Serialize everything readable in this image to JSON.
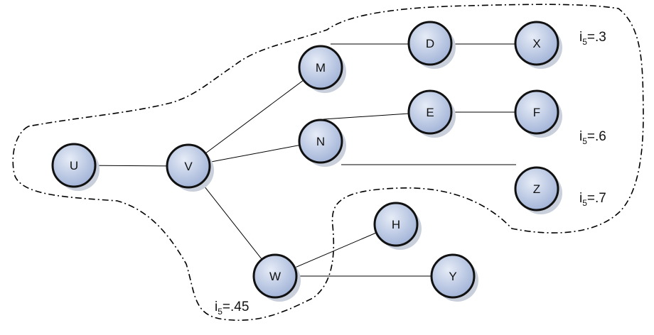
{
  "nodes": [
    {
      "id": "U",
      "label": "U"
    },
    {
      "id": "V",
      "label": "V"
    },
    {
      "id": "M",
      "label": "M"
    },
    {
      "id": "N",
      "label": "N"
    },
    {
      "id": "W",
      "label": "W"
    },
    {
      "id": "D",
      "label": "D"
    },
    {
      "id": "X",
      "label": "X"
    },
    {
      "id": "E",
      "label": "E"
    },
    {
      "id": "F",
      "label": "F"
    },
    {
      "id": "Z",
      "label": "Z"
    },
    {
      "id": "H",
      "label": "H"
    },
    {
      "id": "Y",
      "label": "Y"
    }
  ],
  "edges": [
    [
      "U",
      "V"
    ],
    [
      "V",
      "M"
    ],
    [
      "V",
      "N"
    ],
    [
      "V",
      "W"
    ],
    [
      "M",
      "D"
    ],
    [
      "D",
      "X"
    ],
    [
      "N",
      "E"
    ],
    [
      "E",
      "F"
    ],
    [
      "N",
      "Z"
    ],
    [
      "W",
      "H"
    ],
    [
      "W",
      "Y"
    ]
  ],
  "annotations": {
    "x": {
      "var": "i",
      "sub": "5",
      "val": "=.3"
    },
    "f": {
      "var": "i",
      "sub": "5",
      "val": "=.6"
    },
    "z": {
      "var": "i",
      "sub": "5",
      "val": "=.7"
    },
    "w": {
      "var": "i",
      "sub": "5",
      "val": "=.45"
    }
  },
  "colors": {
    "node_fill_light": "#e6ecf7",
    "node_fill_dark": "#9fb1d6",
    "node_stroke": "#111111",
    "shadow": "#c9d0dc",
    "edge": "#000000",
    "boundary": "#000000"
  }
}
